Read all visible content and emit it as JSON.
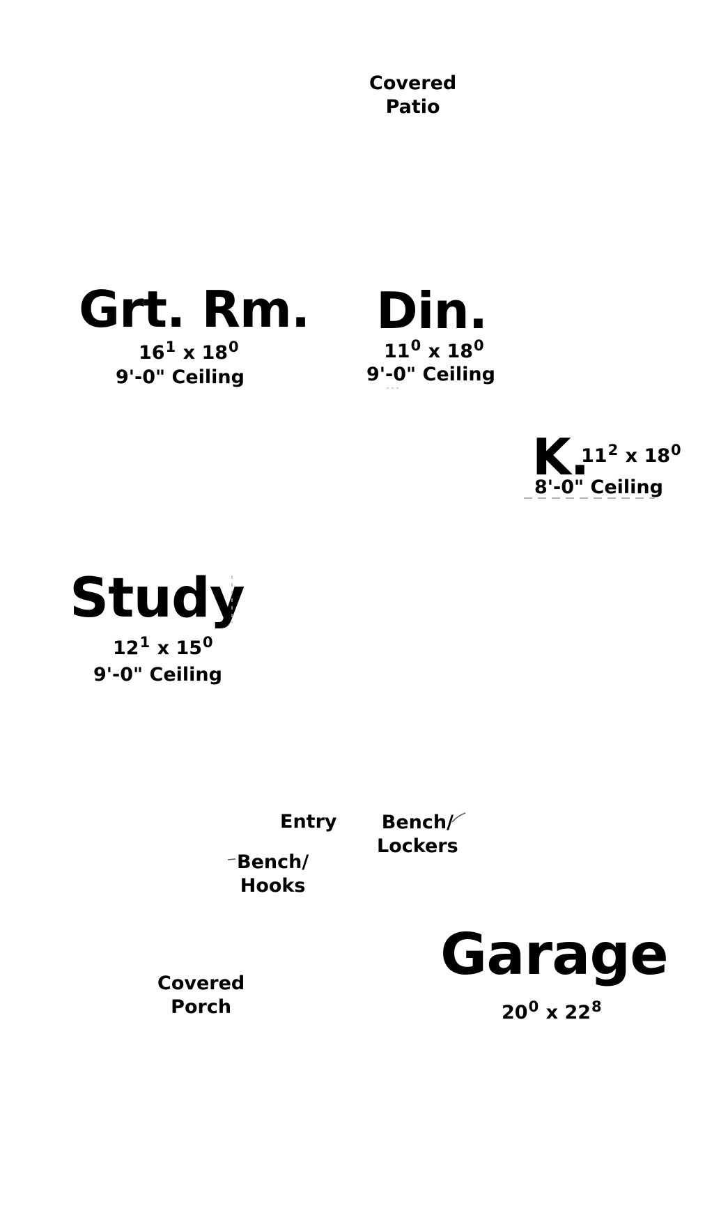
{
  "labels": {
    "covered_patio": [
      "Covered",
      "Patio"
    ],
    "great_room": {
      "name": "Grt. Rm.",
      "w": "16",
      "w_sup": "1",
      "x": "x",
      "d": "18",
      "d_sup": "0",
      "ceiling": "9'-0\" Ceiling"
    },
    "dining": {
      "name": "Din.",
      "w": "11",
      "w_sup": "0",
      "x": "x",
      "d": "18",
      "d_sup": "0",
      "ceiling": "9'-0\" Ceiling"
    },
    "kitchen": {
      "name": "K.",
      "w": "11",
      "w_sup": "2",
      "x": "x",
      "d": "18",
      "d_sup": "0",
      "ceiling": "8'-0\" Ceiling"
    },
    "study": {
      "name": "Study",
      "w": "12",
      "w_sup": "1",
      "x": "x",
      "d": "15",
      "d_sup": "0",
      "ceiling": "9'-0\" Ceiling"
    },
    "entry": "Entry",
    "bench_lockers": [
      "Bench/",
      "Lockers"
    ],
    "bench_hooks": [
      "Bench/",
      "Hooks"
    ],
    "covered_porch": [
      "Covered",
      "Porch"
    ],
    "garage": {
      "name": "Garage",
      "w": "20",
      "w_sup": "0",
      "x": "x",
      "d": "22",
      "d_sup": "8"
    }
  }
}
